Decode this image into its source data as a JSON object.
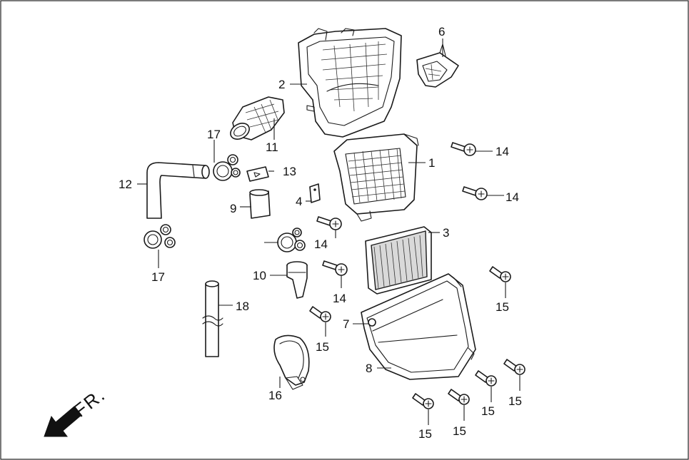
{
  "diagram": {
    "direction_label": "FR.",
    "callouts": [
      "1",
      "2",
      "3",
      "4",
      "6",
      "7",
      "8",
      "9",
      "10",
      "11",
      "12",
      "13",
      "14",
      "15",
      "16",
      "17",
      "18"
    ]
  },
  "callouts": {
    "c1": "1",
    "c2": "2",
    "c3": "3",
    "c4": "4",
    "c6": "6",
    "c7": "7",
    "c8": "8",
    "c9": "9",
    "c10": "10",
    "c11": "11",
    "c12": "12",
    "c13": "13",
    "c14a": "14",
    "c14b": "14",
    "c14c": "14",
    "c14d": "14",
    "c15a": "15",
    "c15b": "15",
    "c15c": "15",
    "c15d": "15",
    "c15e": "15",
    "c15f": "15",
    "c16": "16",
    "c17a": "17",
    "c17b": "17",
    "c18": "18"
  }
}
